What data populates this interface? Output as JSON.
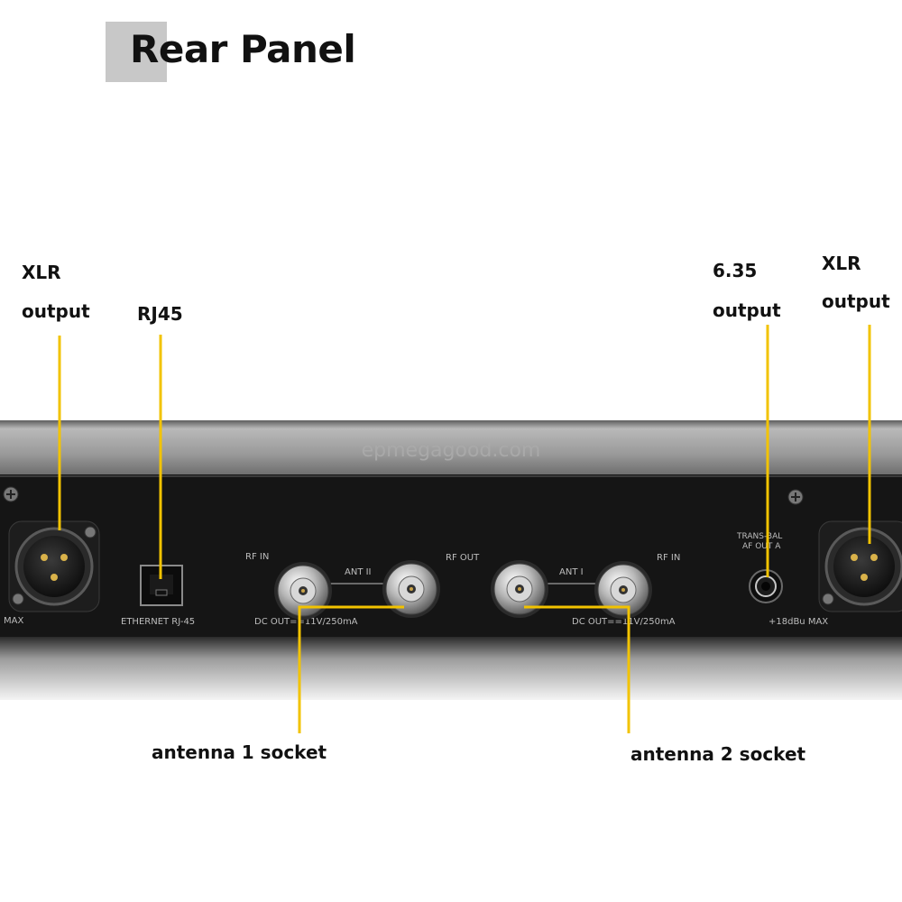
{
  "title": "Rear Panel",
  "callouts": {
    "xlr_left": [
      "XLR",
      "output"
    ],
    "rj45": "RJ45",
    "jack_635": [
      "6.35",
      "output"
    ],
    "xlr_right": [
      "XLR",
      "output"
    ],
    "antenna1": "antenna 1 socket",
    "antenna2": "antenna 2 socket"
  },
  "watermark": "epmegagood.com",
  "panel_labels": {
    "max_left": "MAX",
    "ethernet": "ETHERNET RJ-45",
    "rf_in_left": "RF IN",
    "ant_ii": "ANT II",
    "rf_out": "RF OUT",
    "ant_i": "ANT I",
    "rf_in_right": "RF IN",
    "dc_out_left": "DC OUT==11V/250mA",
    "dc_out_right": "DC OUT==11V/250mA",
    "trans_bal": "TRANS-BAL",
    "af_out": "AF OUT A",
    "dbu_max": "+18dBu MAX"
  },
  "colors": {
    "callout_line": "#f2c300",
    "panel": "#161616",
    "chassis_top": "#8d8d8d",
    "silkscreen": "#bdbdbd"
  }
}
